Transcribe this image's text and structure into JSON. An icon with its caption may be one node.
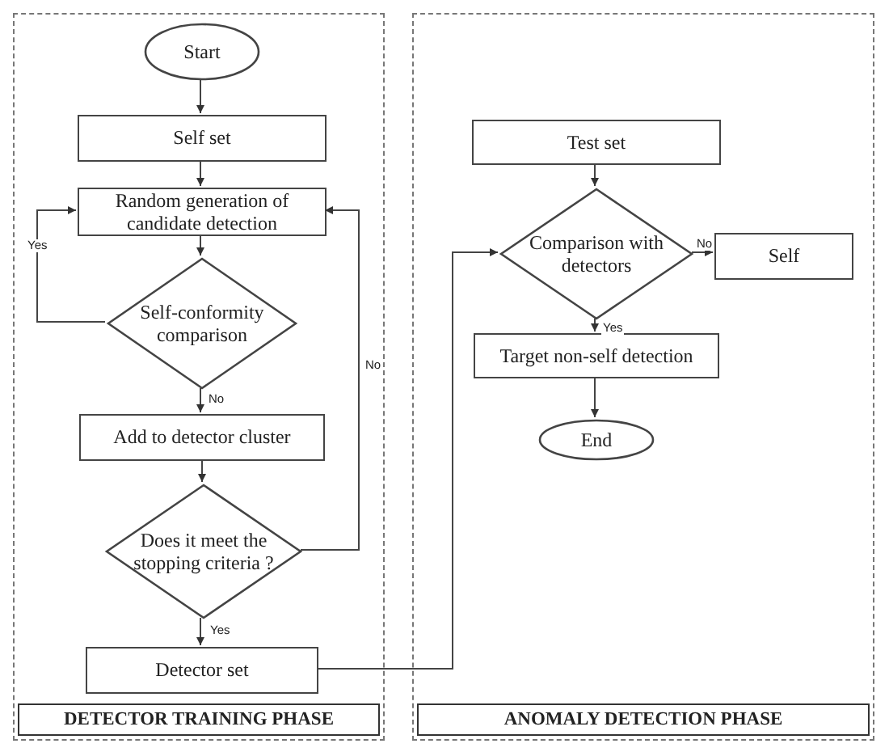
{
  "diagram": {
    "nodes": [
      {
        "text": [
          "DETECTOR TRAINING PHASE"
        ]
      },
      {
        "text": [
          "Start"
        ],
        "in": 0
      },
      {
        "text": [
          "Self set"
        ],
        "in": 0
      },
      {
        "text": [
          "Random generation of candidate detection"
        ],
        "in": 0
      },
      {
        "text": [
          "Self-conformity comparison"
        ],
        "in": 0
      },
      {
        "text": [
          "Add to detector cluster"
        ],
        "in": 0
      },
      {
        "text": [
          "Does it meet the stopping criteria ?"
        ],
        "in": 0
      },
      {
        "text": [
          "Detector set"
        ],
        "in": 0
      },
      {
        "text": [
          "ANOMALY DETECTION PHASE"
        ]
      },
      {
        "text": [
          "Test set"
        ],
        "in": 8
      },
      {
        "text": [
          "Comparison with detectors"
        ],
        "in": 8
      },
      {
        "text": [
          "Self"
        ],
        "in": 8
      },
      {
        "text": [
          "Target non-self detection"
        ],
        "in": 8
      },
      {
        "text": [
          "End"
        ],
        "in": 8
      }
    ],
    "edges": [
      {
        "from": 1,
        "to": 2,
        "arrow": "to"
      },
      {
        "from": 2,
        "to": 3,
        "arrow": "to"
      },
      {
        "from": 3,
        "to": 4,
        "arrow": "to"
      },
      {
        "from": 4,
        "to": 3,
        "label": "Yes",
        "arrow": "to"
      },
      {
        "from": 4,
        "to": 5,
        "label": "No",
        "arrow": "to"
      },
      {
        "from": 5,
        "to": 6,
        "arrow": "to"
      },
      {
        "from": 6,
        "to": 3,
        "label": "No",
        "arrow": "to"
      },
      {
        "from": 6,
        "to": 7,
        "label": "Yes",
        "arrow": "to"
      },
      {
        "from": 7,
        "to": 10,
        "arrow": "to"
      },
      {
        "from": 10,
        "to": 11,
        "label": "No",
        "arrow": "to"
      },
      {
        "from": 10,
        "to": 12,
        "label": "Yes",
        "arrow": "to"
      },
      {
        "from": 9,
        "to": 10,
        "arrow": "to"
      },
      {
        "from": 12,
        "to": 13,
        "arrow": "to"
      }
    ]
  }
}
